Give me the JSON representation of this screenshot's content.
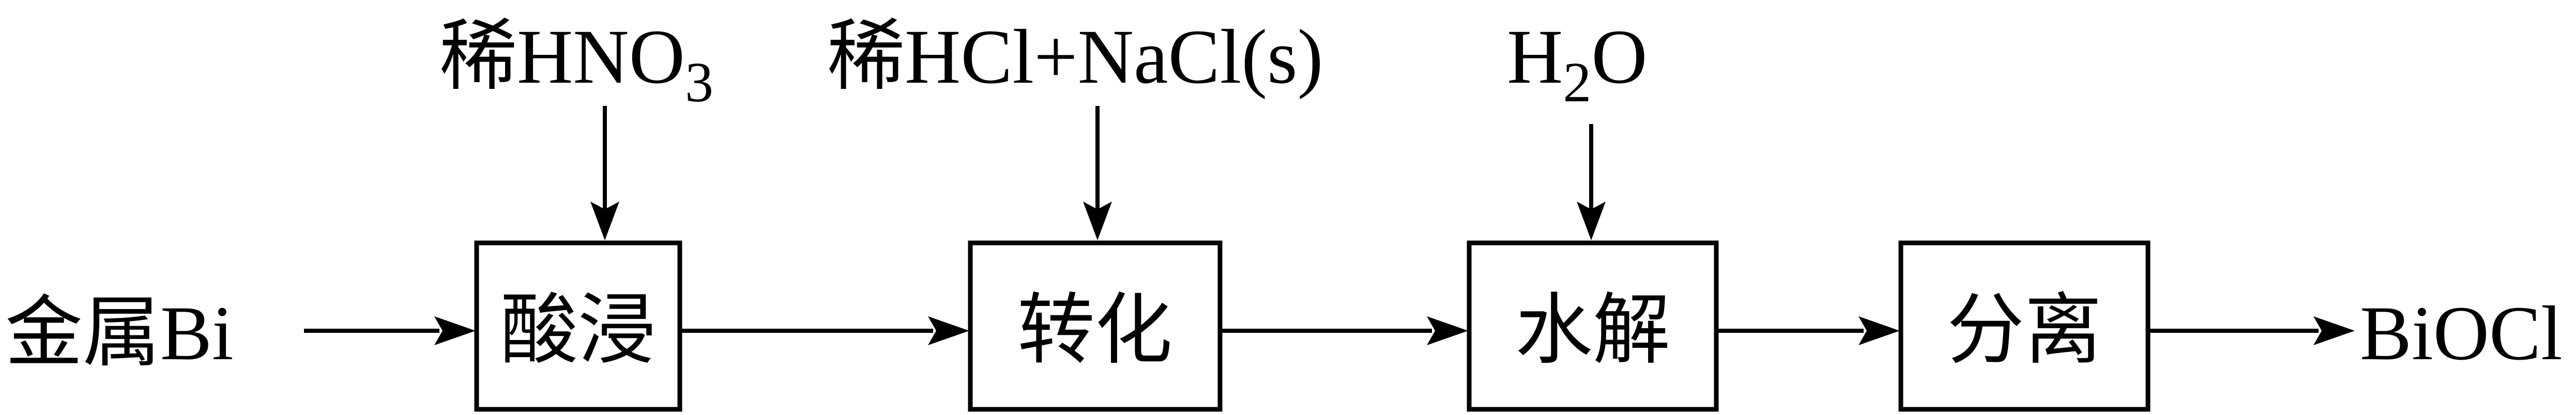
{
  "input": {
    "text": "金属Bi"
  },
  "output": {
    "text": "BiOCl"
  },
  "steps": [
    {
      "label": "酸浸",
      "reagent": {
        "prefix": "稀HNO",
        "sub": "3",
        "suffix": ""
      }
    },
    {
      "label": "转化",
      "reagent": {
        "prefix": "稀HCl+NaCl(s)",
        "sub": "",
        "suffix": ""
      }
    },
    {
      "label": "水解",
      "reagent": {
        "prefix": "H",
        "sub": "2",
        "suffix": "O"
      }
    },
    {
      "label": "分离",
      "reagent": null
    }
  ]
}
